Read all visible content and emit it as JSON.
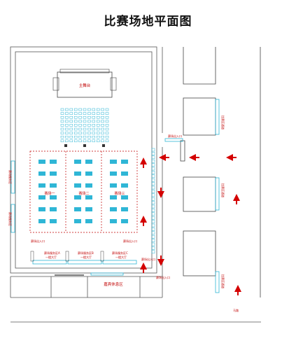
{
  "title": "比赛场地平面图",
  "labels": {
    "main_stage": "主舞台",
    "venue1": "赛场一",
    "venue2": "赛场二",
    "venue3": "赛场三",
    "venue_entrance_left": "赛场出入口",
    "venue_entrance_right": "赛场出入口",
    "left_area_top": "赛场服务区",
    "left_area_bottom": "赛场服务区",
    "service_a": "赛场服务区A",
    "service_b": "赛场服务区B",
    "service_c": "赛场服务区C",
    "service_a_sub": "一楼大厅",
    "service_b_sub": "一楼大厅",
    "service_c_sub": "一楼大厅",
    "exit_label": "赛场出入口",
    "right_top_entry": "赛场出入口",
    "right_corridor_top": "比赛区通道",
    "right_corridor_mid": "比赛区通道",
    "right_corridor_bottom": "比赛区通道",
    "center_rest": "嘉宾休息区",
    "lower_right": "赛场出入口",
    "road": "马路"
  },
  "colors": {
    "arrow": "#d40000",
    "desk": "#2fb6d6",
    "line": "#555555",
    "dashed": "#c00000"
  }
}
